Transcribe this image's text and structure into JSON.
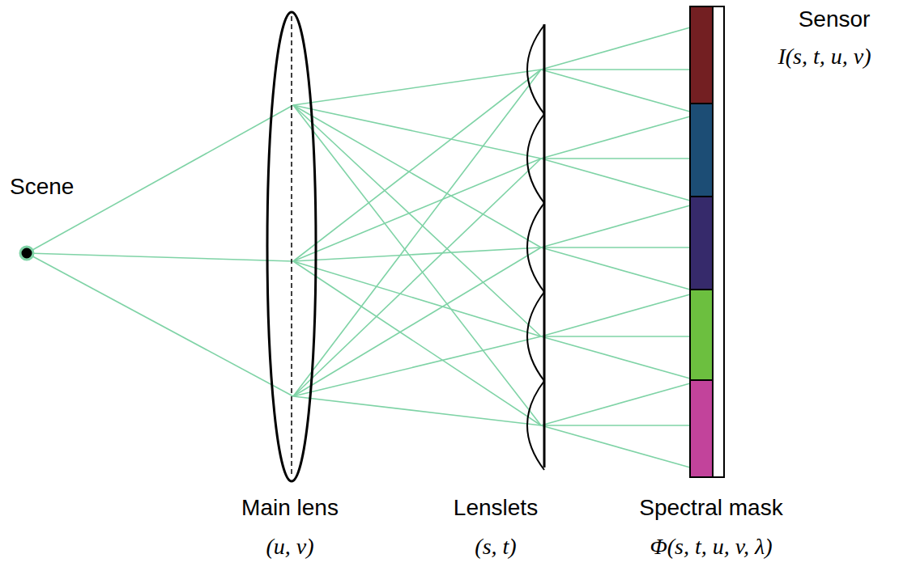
{
  "diagram": {
    "labels": [
      "Scene",
      "Main lens",
      "(u, v)",
      "Lenslets",
      "(s, t)",
      "Spectral mask",
      "Φ(s, t, u, v, λ)",
      "Sensor",
      "I(s, t, u, v)"
    ]
  }
}
